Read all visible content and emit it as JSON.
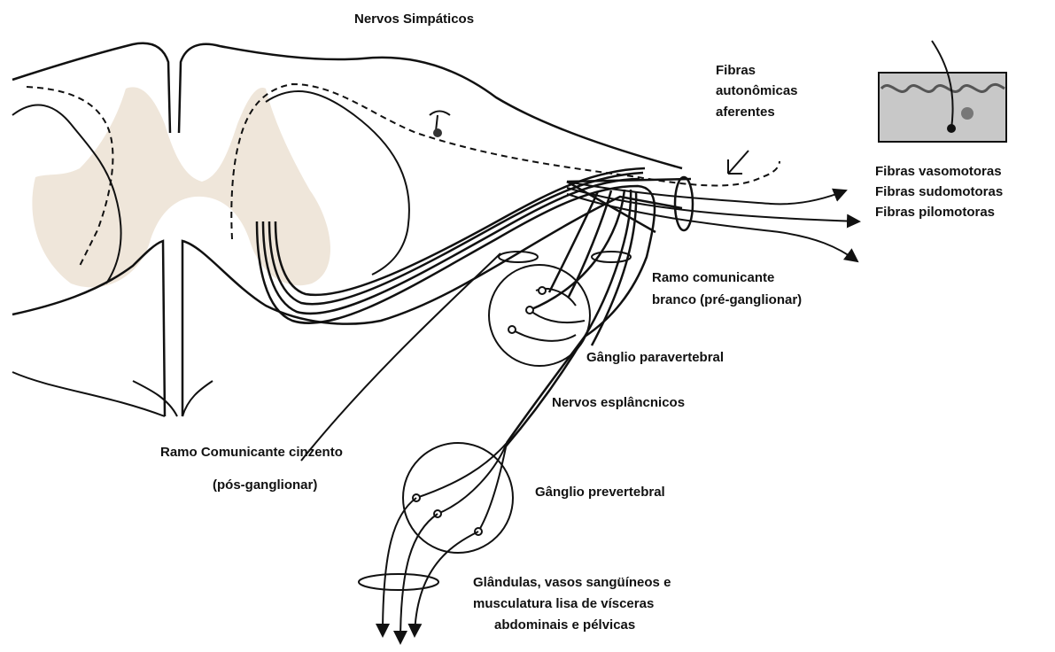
{
  "labels": {
    "title": "Nervos Simpáticos",
    "afferent_1": "Fibras",
    "afferent_2": "autonômicas",
    "afferent_3": "aferentes",
    "effector_1": "Fibras vasomotoras",
    "effector_2": "Fibras sudomotoras",
    "effector_3": "Fibras pilomotoras",
    "white_ramus_1": "Ramo comunicante",
    "white_ramus_2": "branco (pré-ganglionar)",
    "paravertebral": "Gânglio paravertebral",
    "splanchnic": "Nervos esplâncnicos",
    "gray_ramus_1": "Ramo Comunicante cinzento",
    "gray_ramus_2": "(pós-ganglionar)",
    "prevertebral": "Gânglio prevertebral",
    "targets_1": "Glândulas, vasos sangüíneos e",
    "targets_2": "musculatura lisa de vísceras",
    "targets_3": "abdominais e pélvicas"
  },
  "colors": {
    "ink": "#111111",
    "gray_matter": "#efe6da",
    "skin_fill": "#c8c8c8"
  }
}
